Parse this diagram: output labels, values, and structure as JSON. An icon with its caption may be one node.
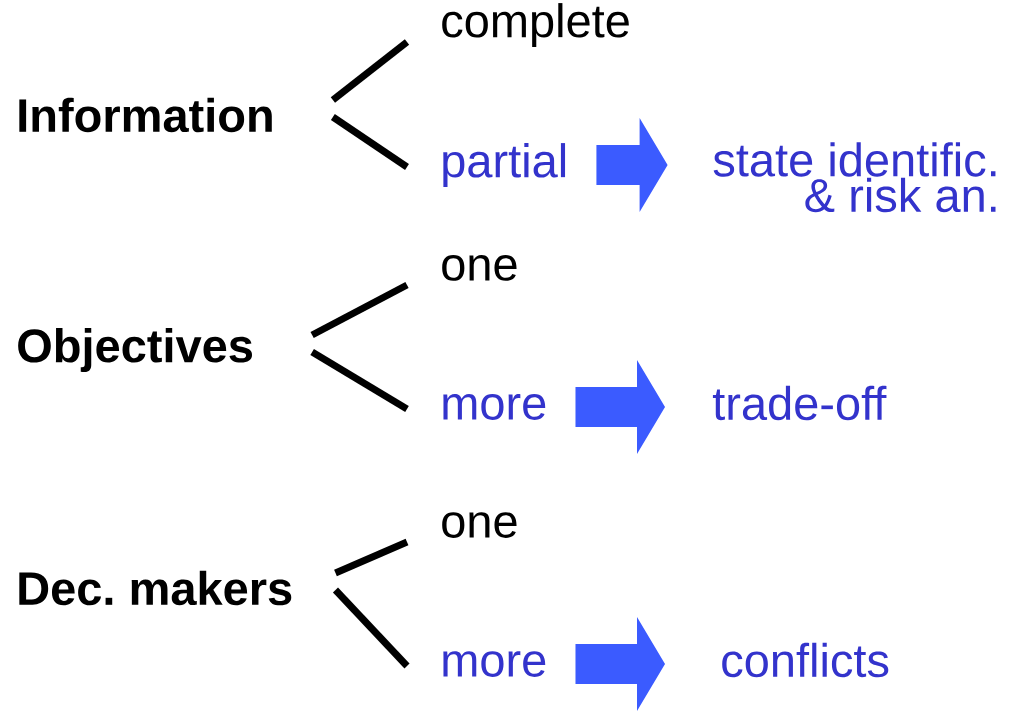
{
  "diagram": {
    "nodes": [
      {
        "text": [
          "Information"
        ]
      },
      {
        "text": [
          "complete"
        ]
      },
      {
        "text": [
          "partial"
        ]
      },
      {
        "text": [
          "state identific. & risk an."
        ]
      },
      {
        "text": [
          "Objectives"
        ]
      },
      {
        "text": [
          "one"
        ]
      },
      {
        "text": [
          "more"
        ]
      },
      {
        "text": [
          "trade-off"
        ]
      },
      {
        "text": [
          "Dec. makers"
        ]
      },
      {
        "text": [
          "one"
        ]
      },
      {
        "text": [
          "more"
        ]
      },
      {
        "text": [
          "conflicts"
        ]
      }
    ],
    "edges": [
      {
        "from": 0,
        "to": 1,
        "arrow": "none"
      },
      {
        "from": 0,
        "to": 2,
        "arrow": "none"
      },
      {
        "from": 2,
        "to": 3,
        "arrow": "to",
        "style": "thick",
        "color": "#3b5bff"
      },
      {
        "from": 4,
        "to": 5,
        "arrow": "none"
      },
      {
        "from": 4,
        "to": 6,
        "arrow": "none"
      },
      {
        "from": 6,
        "to": 7,
        "arrow": "to",
        "style": "thick",
        "color": "#3b5bff"
      },
      {
        "from": 8,
        "to": 9,
        "arrow": "none"
      },
      {
        "from": 8,
        "to": 10,
        "arrow": "none"
      },
      {
        "from": 10,
        "to": 11,
        "arrow": "to",
        "style": "thick",
        "color": "#3b5bff"
      }
    ]
  }
}
